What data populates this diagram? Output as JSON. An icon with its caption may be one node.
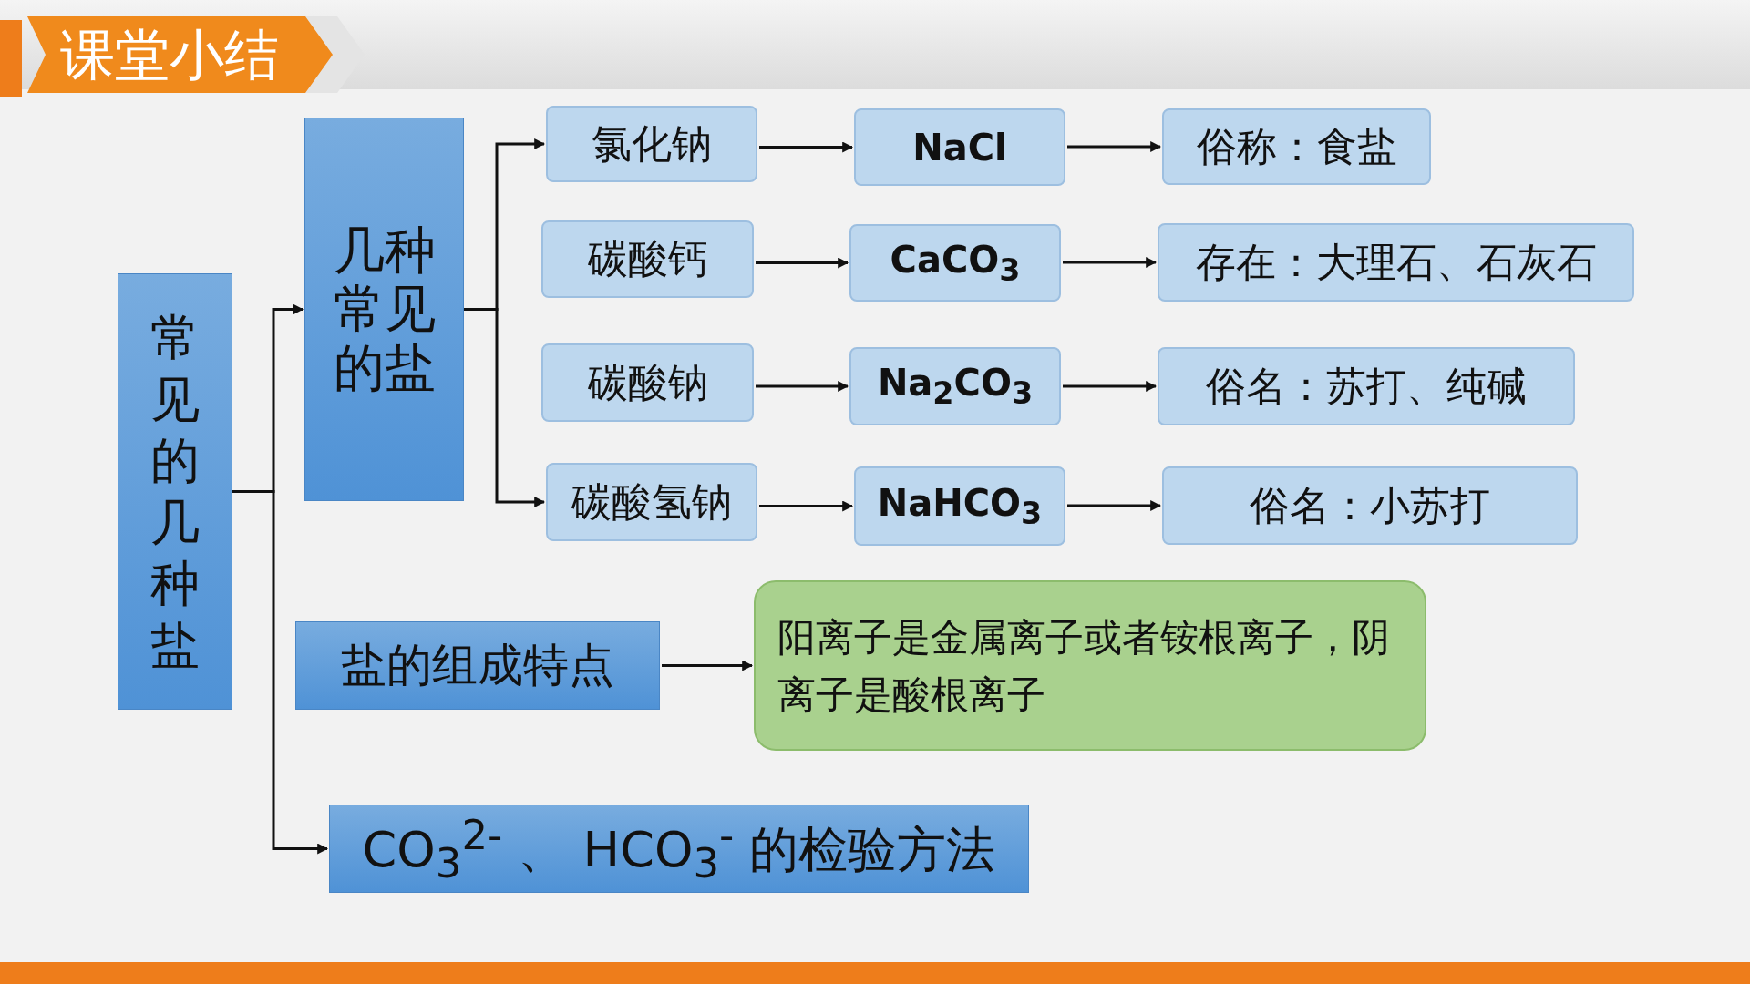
{
  "diagram": {
    "title": "课堂小结",
    "nodes": [
      {
        "text": [
          "常见的几种盐"
        ]
      },
      {
        "text": [
          "几种常见的盐"
        ]
      },
      {
        "text": [
          "氯化钠"
        ]
      },
      {
        "text": [
          "NaCl"
        ]
      },
      {
        "text": [
          "俗称：食盐"
        ]
      },
      {
        "text": [
          "碳酸钙"
        ]
      },
      {
        "text": [
          "CaCO$_{3}$"
        ]
      },
      {
        "text": [
          "存在：大理石、石灰石"
        ]
      },
      {
        "text": [
          "碳酸钠"
        ]
      },
      {
        "text": [
          "Na$_{2}$CO$_{3}$"
        ]
      },
      {
        "text": [
          "俗名：苏打、纯碱"
        ]
      },
      {
        "text": [
          "碳酸氢钠"
        ]
      },
      {
        "text": [
          "NaHCO$_{3}$"
        ]
      },
      {
        "text": [
          "俗名：小苏打"
        ]
      },
      {
        "text": [
          "盐的组成特点"
        ]
      },
      {
        "text": [
          "阳离子是金属离子或者铵根离子，阴离子是酸根离子"
        ]
      },
      {
        "text": [
          "CO$_{3}$$^{2-}$ 、 HCO$_{3}$$^{-}$ 的检验方法"
        ]
      }
    ],
    "edges": [
      {
        "from": 0,
        "to": 1,
        "arrow": "to"
      },
      {
        "from": 0,
        "to": 16,
        "arrow": "to"
      },
      {
        "from": 1,
        "to": 2,
        "arrow": "to"
      },
      {
        "from": 1,
        "to": 11,
        "arrow": "to"
      },
      {
        "from": 2,
        "to": 3,
        "arrow": "to"
      },
      {
        "from": 3,
        "to": 4,
        "arrow": "to"
      },
      {
        "from": 5,
        "to": 6,
        "arrow": "to"
      },
      {
        "from": 6,
        "to": 7,
        "arrow": "to"
      },
      {
        "from": 8,
        "to": 9,
        "arrow": "to"
      },
      {
        "from": 9,
        "to": 10,
        "arrow": "to"
      },
      {
        "from": 11,
        "to": 12,
        "arrow": "to"
      },
      {
        "from": 12,
        "to": 13,
        "arrow": "to"
      },
      {
        "from": 14,
        "to": 15,
        "arrow": "to"
      }
    ]
  }
}
